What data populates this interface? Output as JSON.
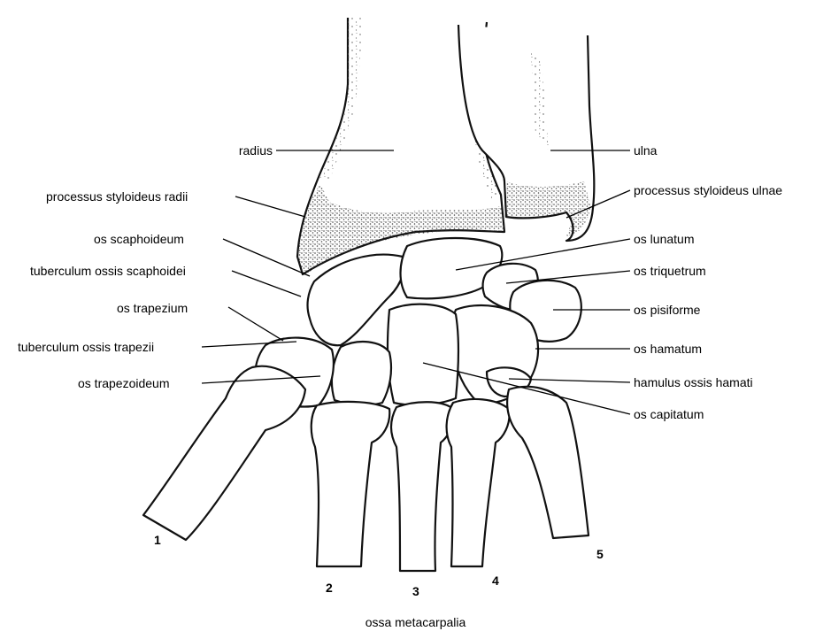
{
  "labels": {
    "radius": "radius",
    "ulna": "ulna",
    "proc_styl_radii": "processus styloideus radii",
    "proc_styl_ulnae": "processus styloideus ulnae",
    "os_scaphoideum": "os scaphoideum",
    "os_lunatum": "os lunatum",
    "tuberculum_scaphoidei": "tuberculum ossis scaphoidei",
    "os_triquetrum": "os triquetrum",
    "os_trapezium": "os trapezium",
    "os_pisiforme": "os pisiforme",
    "tuberculum_trapezii": "tuberculum ossis trapezii",
    "os_hamatum": "os hamatum",
    "os_trapezoideum": "os trapezoideum",
    "hamulus": "hamulus ossis hamati",
    "os_capitatum": "os capitatum"
  },
  "metacarpal_numbers": {
    "n1": "1",
    "n2": "2",
    "n3": "3",
    "n4": "4",
    "n5": "5"
  },
  "caption": "ossa metacarpalia"
}
